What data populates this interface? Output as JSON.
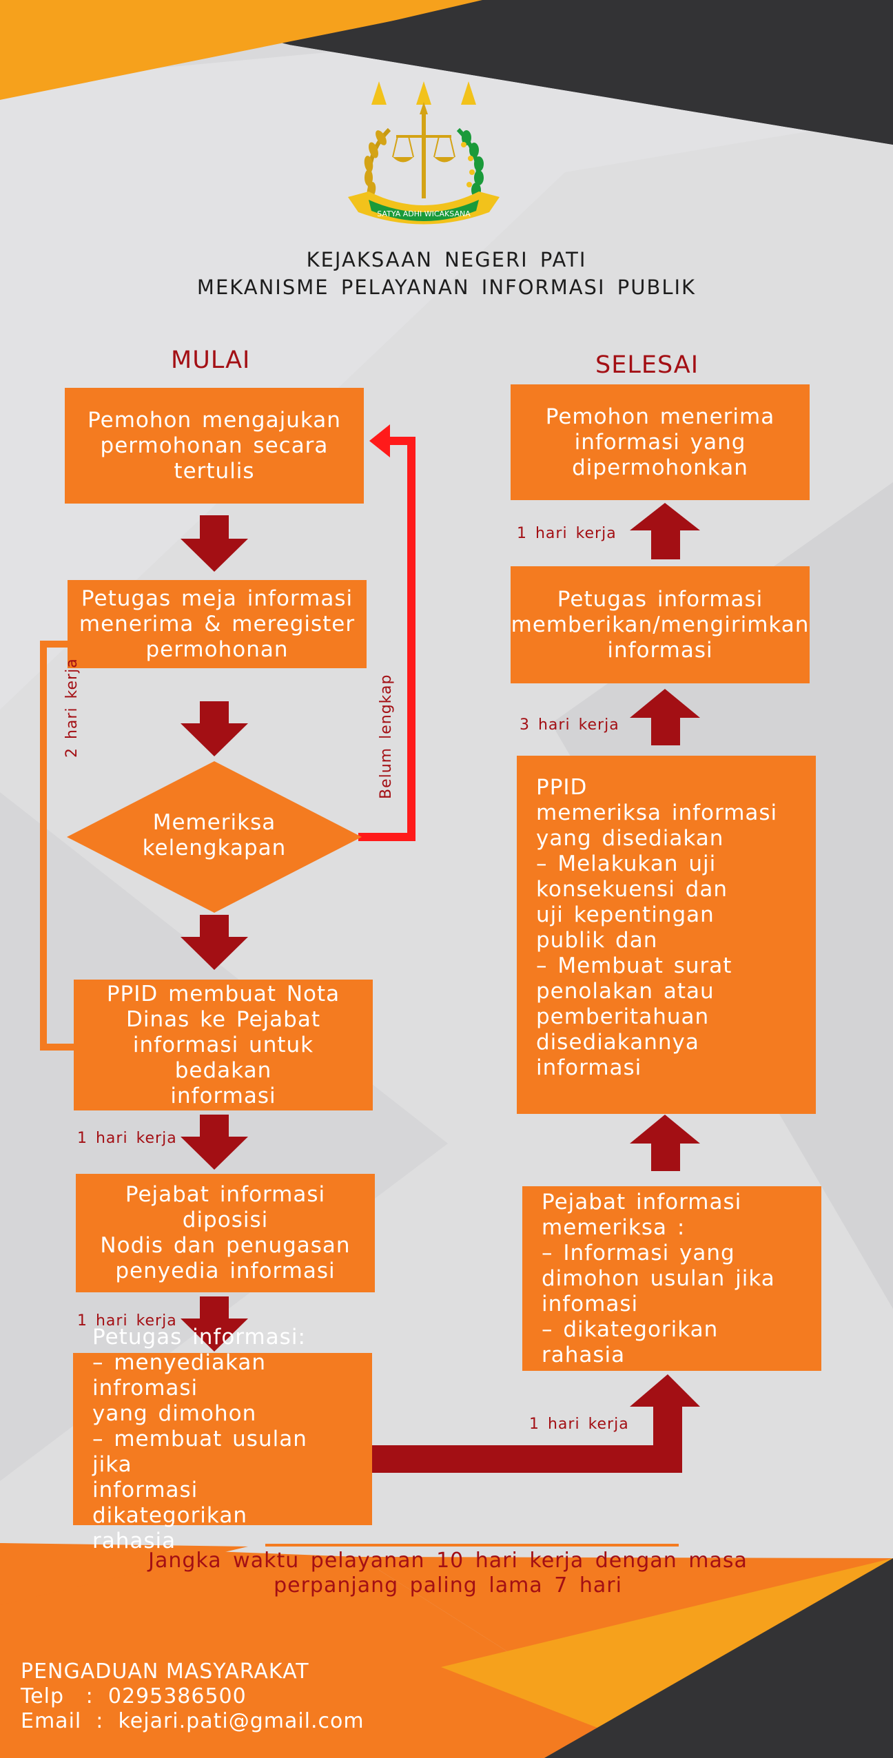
{
  "emblem": {
    "motto": "SATYA ADHI WICAKSANA"
  },
  "header": {
    "line1": "KEJAKSAAN NEGERI PATI",
    "line2": "MEKANISME PELAYANAN INFORMASI PUBLIK"
  },
  "start_label": "MULAI",
  "end_label": "SELESAI",
  "left_steps": {
    "step1": "Pemohon mengajukan\npermohonan secara\ntertulis",
    "step2": "Petugas meja informasi\nmenerima & meregister\npermohonan",
    "decision": "Memeriksa\nkelengkapan",
    "step3": "PPID membuat Nota\nDinas ke Pejabat\ninformasi untuk bedakan\ninformasi",
    "step4": "Pejabat informasi diposisi\nNodis dan penugasan\npenyedia informasi",
    "step5": "Petugas informasi:\n– menyediakan infromasi\n    yang dimohon\n– membuat usulan jika\n    informasi dikategorikan\n    rahasia"
  },
  "right_steps": {
    "step6": "Pejabat informasi\nmemeriksa :\n– Informasi yang\n    dimohon usulan jika\n    infomasi\n– dikategorikan rahasia",
    "step7": "PPID\nmemeriksa informasi\nyang disediakan\n– Melakukan uji\n    konsekuensi dan\n    uji kepentingan\n    publik dan\n– Membuat surat\n    penolakan atau\n    pemberitahuan\n    disediakannya\n    informasi",
    "step8": "Petugas informasi\nmemberikan/mengirimkan\ninformasi",
    "step9": "Pemohon menerima\ninformasi yang\ndipermohonkan"
  },
  "labels": {
    "two_days": "2 hari kerja",
    "incomplete": "Belum lengkap",
    "one_day_a": "1 hari kerja",
    "one_day_b": "1 hari kerja",
    "one_day_c": "1 hari kerja",
    "three_days": "3 hari kerja",
    "one_day_d": "1 hari kerja"
  },
  "duration_note": "Jangka waktu pelayanan 10 hari kerja dengan masa\nperpanjang paling lama 7 hari",
  "footer": {
    "title": "PENGADUAN MASYARAKAT",
    "phone": "Telp   :  0295386500",
    "email": "Email  :  kejari.pati@gmail.com"
  },
  "colors": {
    "box_orange": "#f47b20",
    "arrow_darkred": "#a30f14",
    "loop_red": "#ff1a1a",
    "corner_yellow": "#f6a11c",
    "corner_dark": "#333335"
  }
}
